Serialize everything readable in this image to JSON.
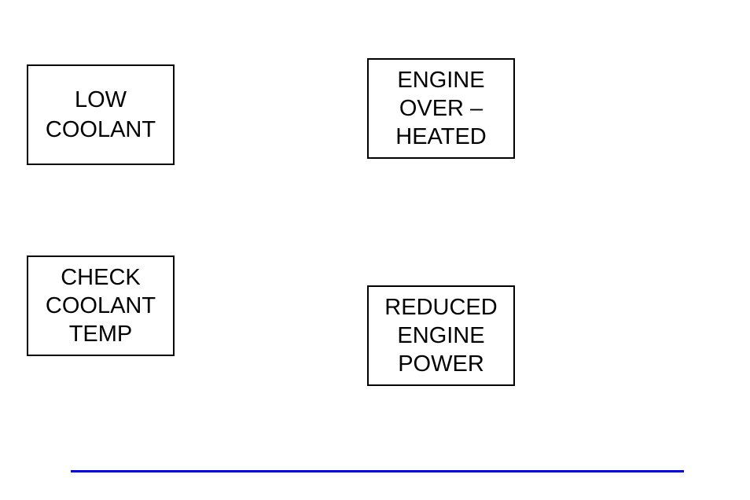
{
  "page": {
    "background_color": "#ffffff",
    "text_color": "#000000"
  },
  "message_boxes": [
    {
      "name": "low-coolant",
      "border_color": "#000000",
      "lines": [
        "LOW",
        "COOLANT"
      ]
    },
    {
      "name": "engine-overheated",
      "border_color": "#000000",
      "lines": [
        "ENGINE",
        "OVER –",
        "HEATED"
      ]
    },
    {
      "name": "check-coolant-temp",
      "border_color": "#000000",
      "lines": [
        "CHECK",
        "COOLANT",
        "TEMP"
      ]
    },
    {
      "name": "reduced-engine-power",
      "border_color": "#000000",
      "lines": [
        "REDUCED",
        "ENGINE",
        "POWER"
      ]
    }
  ],
  "bottom_rule": {
    "color": "#0000ee"
  }
}
